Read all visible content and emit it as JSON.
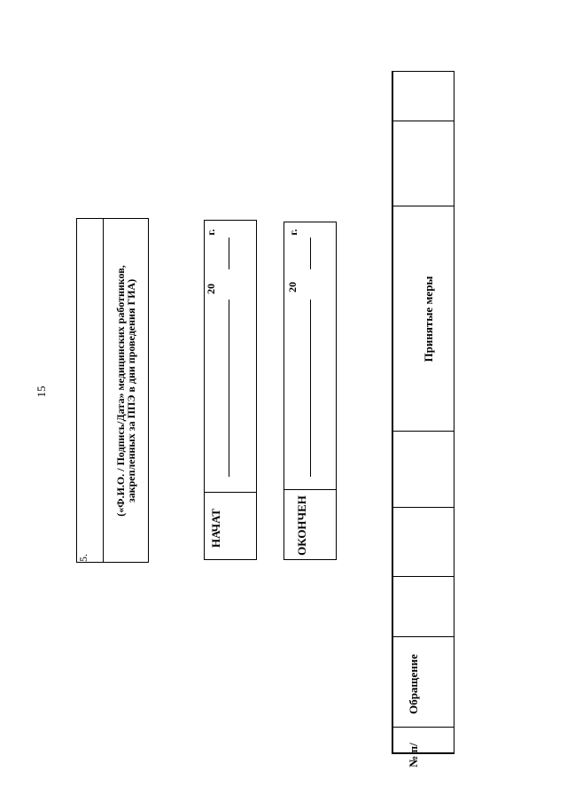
{
  "page_number": "15",
  "section": {
    "number": "5.",
    "caption_line1": "(«Ф.И.О. / Подпись/Дата» медицинских работников,",
    "caption_line2": "закрепленных за ППЭ в дни проведения ГИА)"
  },
  "journal_start": {
    "label": "НАЧАТ",
    "year_prefix": "20",
    "year_suffix": "г."
  },
  "journal_end": {
    "label": "ОКОНЧЕН",
    "year_prefix": "20",
    "year_suffix": "г."
  },
  "table": {
    "headers": {
      "number": "№ п/",
      "appeal": "Обращение",
      "measures": "Принятые меры"
    }
  }
}
